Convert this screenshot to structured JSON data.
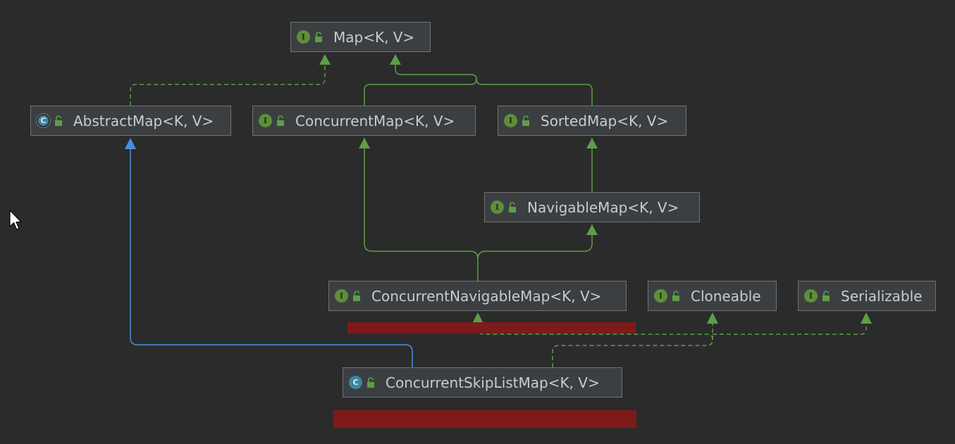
{
  "nodes": {
    "map": {
      "kind": "I",
      "label": "Map<K, V>"
    },
    "abstract_map": {
      "kind": "C",
      "label": "AbstractMap<K, V>"
    },
    "concurrent_map": {
      "kind": "I",
      "label": "ConcurrentMap<K, V>"
    },
    "sorted_map": {
      "kind": "I",
      "label": "SortedMap<K, V>"
    },
    "navigable_map": {
      "kind": "I",
      "label": "NavigableMap<K, V>"
    },
    "concurrent_navigable_map": {
      "kind": "I",
      "label": "ConcurrentNavigableMap<K, V>"
    },
    "cloneable": {
      "kind": "I",
      "label": "Cloneable"
    },
    "serializable": {
      "kind": "I",
      "label": "Serializable"
    },
    "concurrent_skip_list_map": {
      "kind": "C",
      "label": "ConcurrentSkipListMap<K, V>"
    }
  },
  "colors": {
    "background": "#2b2b2b",
    "node_fill": "#3c3f41",
    "node_border": "#6f7274",
    "label": "#c7ccd1",
    "interface_edge": "#5d9e48",
    "extends_edge": "#4a8ee0",
    "implements_edge": "#5d9e48",
    "redaction": "#7f1a1a"
  }
}
